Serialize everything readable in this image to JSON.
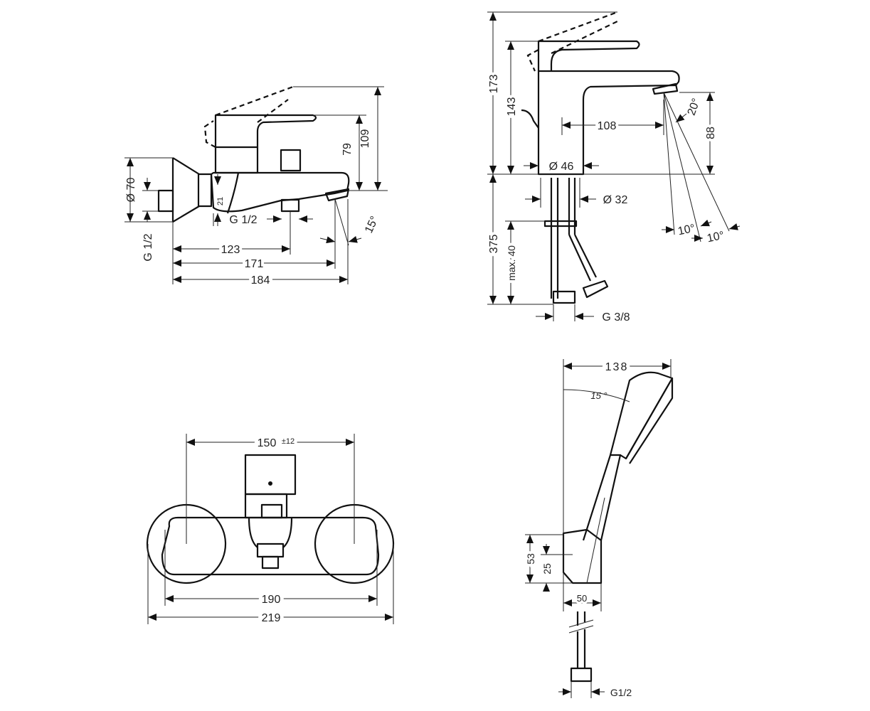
{
  "bath_side": {
    "d_flange": "Ø 70",
    "thread": "G 1/2",
    "outlet_thread": "G 1/2",
    "h_offset": "21",
    "h_lever": "79",
    "h_total": "109",
    "l_outlet": "123",
    "l_spout": "171",
    "l_total": "184",
    "angle": "15°"
  },
  "basin_side": {
    "h_total": "173",
    "h_lever": "143",
    "h_spout": "88",
    "projection": "108",
    "d_body": "Ø 46",
    "d_shank": "Ø 32",
    "connection_len": "375",
    "max_thickness": "max. 40",
    "connection": "G 3/8",
    "angle_spray": "20°",
    "angle_a": "10°",
    "angle_b": "10°"
  },
  "bath_front": {
    "centers": "150",
    "tolerance": "±12",
    "width_body": "190",
    "width_total": "219"
  },
  "hand_shower": {
    "length": "138",
    "angle": "15 °",
    "holder_h": "53",
    "holder_inner": "25",
    "holder_w": "50",
    "connection": "G1/2"
  }
}
